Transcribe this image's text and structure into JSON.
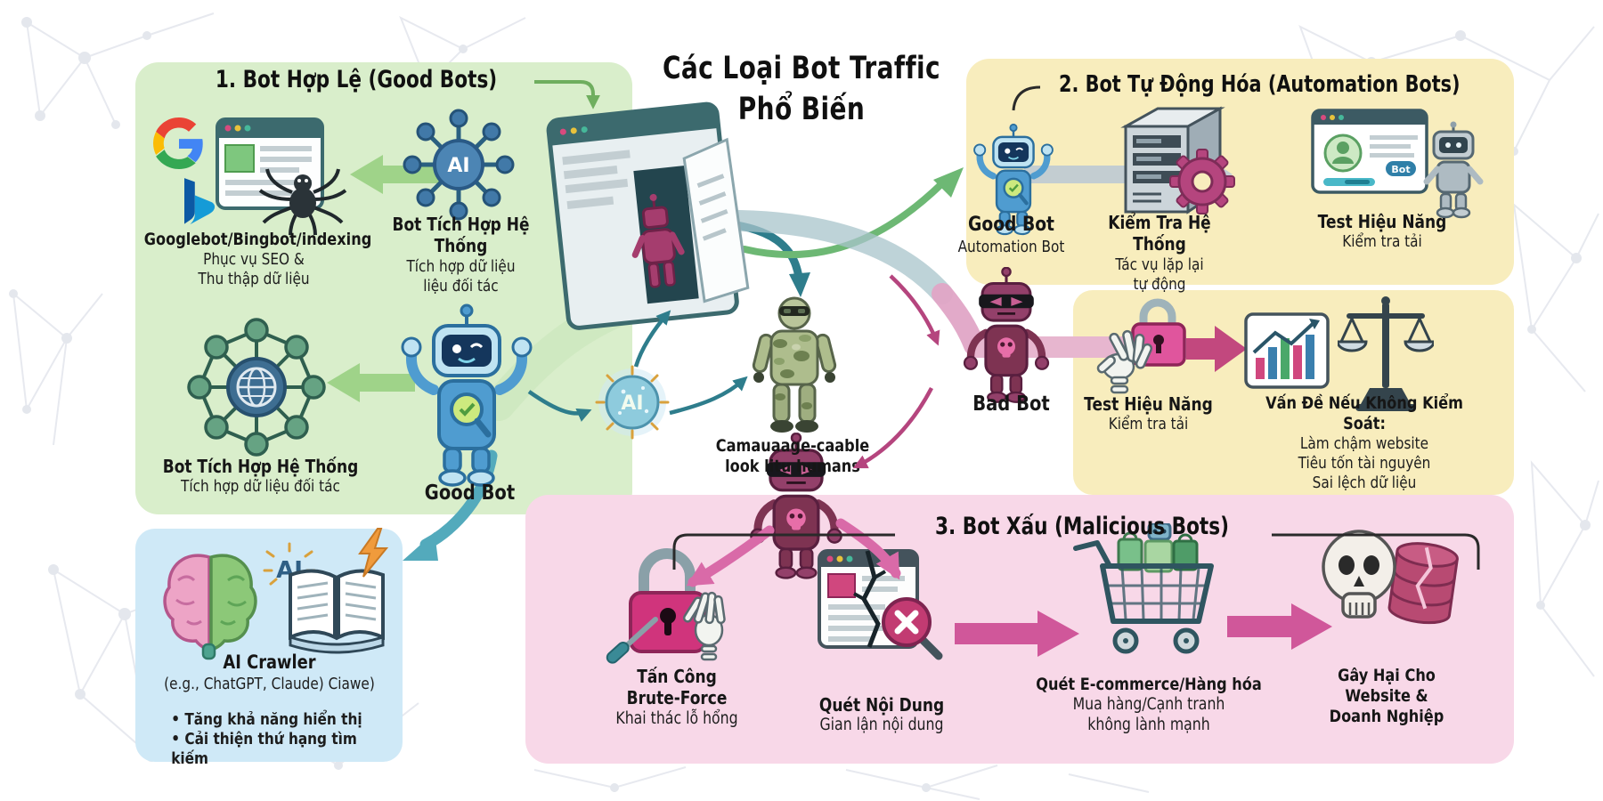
{
  "title": {
    "line1": "Các Loại Bot Traffic",
    "line2": "Phổ Biến"
  },
  "colors": {
    "section1_bg": "#d9eecb",
    "section2_bg": "#f8edbd",
    "section3_bg": "#f8d8e8",
    "ai_crawler_bg": "#cfe9f7",
    "good_accent": "#6fae5f",
    "teal_accent": "#2e7d8c",
    "bad_accent": "#c2487e"
  },
  "section1": {
    "heading": "1. Bot Hợp Lệ (Good Bots)",
    "ai_hub_label": "AI",
    "seo_bot": {
      "title": "Googlebot/Bingbot/indexing",
      "line1": "Phục vụ SEO &",
      "line2": "Thu thập dữ liệu"
    },
    "integration_bot_top": {
      "title": "Bot Tích Hợp Hệ Thống",
      "line1": "Tích hợp dữ liệu",
      "line2": "liệu đối tác"
    },
    "integration_bot_bottom": {
      "title": "Bot Tích Hợp Hệ Thống",
      "line1": "Tích hợp dữ liệu đối tác"
    },
    "robot_label": "Good Bot"
  },
  "ai_crawler_box": {
    "title": "AI Crawler",
    "subtitle": "(e.g., ChatGPT, Claude) Ciawe)",
    "ai_label": "AI",
    "bullet1": "• Tăng khả năng hiển thị",
    "bullet2": "• Cải thiện thứ hạng tìm kiếm"
  },
  "center": {
    "ai_orb_label": "AI",
    "camo_line1": "Camauaage-caable",
    "camo_line2": "look litu humans"
  },
  "section2": {
    "heading": "2. Bot Tự Động Hóa (Automation Bots)",
    "good_bot": {
      "title": "Good Bot",
      "line1": "Automation Bot"
    },
    "system_check": {
      "title": "Kiểm Tra Hệ Thống",
      "line1": "Tác vụ lặp lại",
      "line2": "tự động"
    },
    "performance_test": {
      "title": "Test Hiệu Năng",
      "line1": "Kiểm tra tải",
      "bot_badge": "Bot"
    }
  },
  "bad_bot": {
    "label": "Bad Bot"
  },
  "risk_box": {
    "performance_test": {
      "title": "Test Hiệu Năng",
      "line1": "Kiểm tra tải"
    },
    "uncontrolled": {
      "title": "Vấn Đề Nếu Không Kiểm Soát:",
      "line1": "Làm chậm website",
      "line2": "Tiêu tốn tài nguyên",
      "line3": "Sai lệch dữ liệu"
    }
  },
  "section3": {
    "heading": "3. Bot Xấu (Malicious Bots)",
    "brute_force": {
      "title1": "Tấn Công",
      "title2": "Brute-Force",
      "line1": "Khai thác lỗ hổng"
    },
    "content_scraping": {
      "title1": "Quét Nội Dung",
      "line1": "Gian lận nội dung"
    },
    "ecommerce": {
      "title1": "Quét E-commerce/Hàng hóa",
      "line1": "Mua hàng/Cạnh tranh",
      "line2": "không lành mạnh"
    },
    "harm": {
      "title1": "Gây Hại Cho",
      "title2": "Website &",
      "title3": "Doanh Nghiệp"
    }
  }
}
